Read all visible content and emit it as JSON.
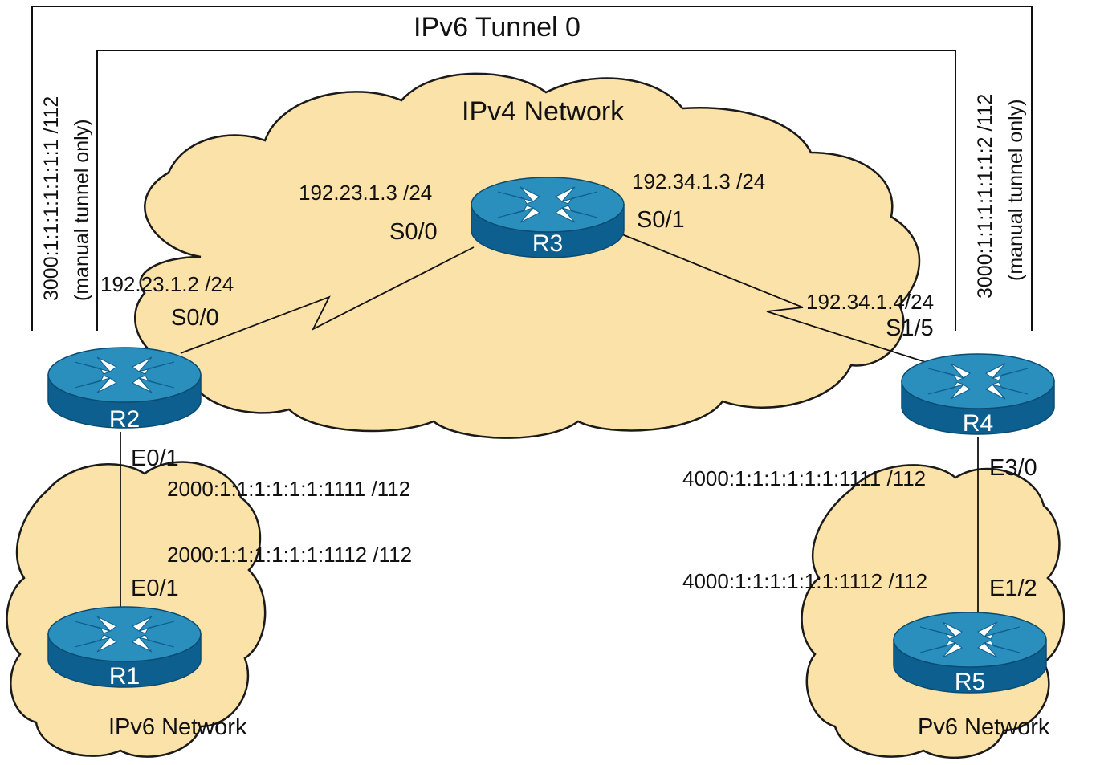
{
  "colors": {
    "cloud_fill": "#fbe2a8",
    "cloud_stroke": "#1a1a1a",
    "router_top": "#2b8fbd",
    "router_side": "#0d5f8f",
    "line": "#111111"
  },
  "tunnel": {
    "title": "IPv6 Tunnel 0",
    "left_addr": "3000:1:1:1:1:1:1:1 /112",
    "left_note": "(manual tunnel only)",
    "right_addr": "3000:1:1:1:1:1:1:2 /112",
    "right_note": "(manual tunnel only)"
  },
  "clouds": {
    "ipv4": "IPv4 Network",
    "ipv6_left": "IPv6 Network",
    "ipv6_right": "Pv6 Network"
  },
  "routers": {
    "r1": "R1",
    "r2": "R2",
    "r3": "R3",
    "r4": "R4",
    "r5": "R5"
  },
  "interfaces": {
    "r3_s00_ip": "192.23.1.3 /24",
    "r3_s00": "S0/0",
    "r3_s01_ip": "192.34.1.3 /24",
    "r3_s01": "S0/1",
    "r2_s00_ip": "192.23.1.2 /24",
    "r2_s00": "S0/0",
    "r4_s15_ip": "192.34.1.4/24",
    "r4_s15": "S1/5",
    "r2_e01": "E0/1",
    "r2_e01_ip": "2000:1:1:1:1:1:1:1111 /112",
    "r1_e01_ip": "2000:1:1:1:1:1:1:1112 /112",
    "r1_e01": "E0/1",
    "r4_e30_ip": "4000:1:1:1:1:1:1:1111 /112",
    "r4_e30": "E3/0",
    "r5_e12_ip": "4000:1:1:1:1:1:1:1112 /112",
    "r5_e12": "E1/2"
  }
}
